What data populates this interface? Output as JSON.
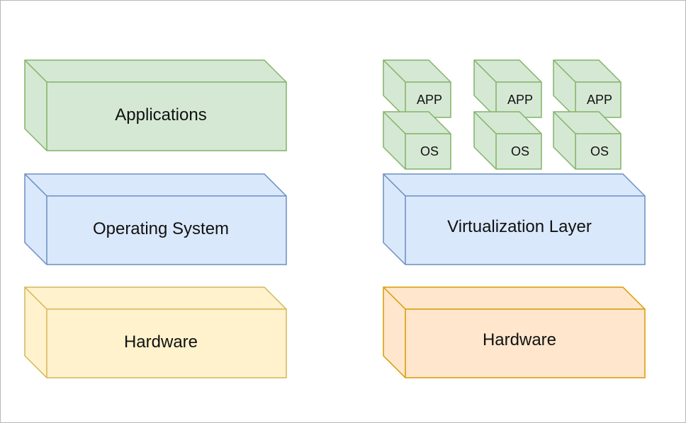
{
  "diagram": {
    "left_stack": [
      {
        "label": "Applications",
        "color": "green"
      },
      {
        "label": "Operating System",
        "color": "blue"
      },
      {
        "label": "Hardware",
        "color": "yellow"
      }
    ],
    "right_stack": {
      "vms": [
        {
          "app_label": "APP",
          "os_label": "OS"
        },
        {
          "app_label": "APP",
          "os_label": "OS"
        },
        {
          "app_label": "APP",
          "os_label": "OS"
        }
      ],
      "layers": [
        {
          "label": "Virtualization Layer",
          "color": "blue"
        },
        {
          "label": "Hardware",
          "color": "orange"
        }
      ]
    }
  },
  "palette": {
    "green": {
      "fill": "#d5e8d4",
      "stroke": "#82b366"
    },
    "blue": {
      "fill": "#dae8fc",
      "stroke": "#6c8ebf"
    },
    "yellow": {
      "fill": "#fff2cc",
      "stroke": "#d6b656"
    },
    "orange": {
      "fill": "#ffe6cc",
      "stroke": "#d79b00"
    }
  }
}
